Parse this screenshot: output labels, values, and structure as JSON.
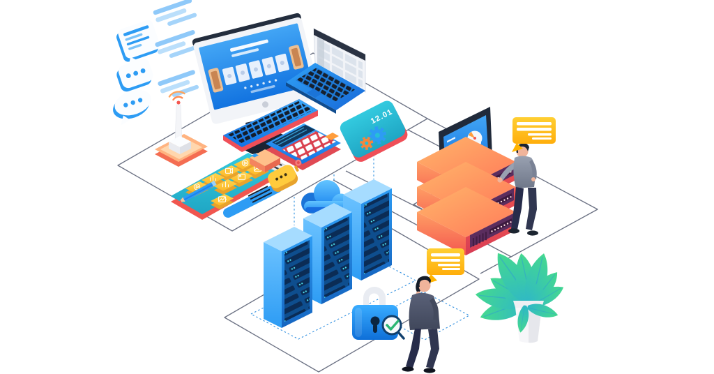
{
  "illustration": {
    "type": "isometric-tech-infrastructure",
    "clock_card_text": "12.01",
    "objects": [
      "chat-bubbles",
      "message-bars",
      "wifi-antenna",
      "desktop-monitor",
      "laptop",
      "keyboard",
      "calculator",
      "clock-gears-card",
      "app-tiles-tablet",
      "pencil",
      "usb-drive",
      "smartwatch",
      "cloud",
      "server-towers",
      "security-padlock",
      "verified-magnifier",
      "rack-server-stack",
      "monitoring-dashboard",
      "admin-person",
      "thinking-person",
      "speech-bubble-yellow",
      "potted-plant",
      "platform-outlines",
      "dashed-connections"
    ]
  },
  "colors": {
    "background": "#ffffff",
    "outline": "#6b7183",
    "dashed": "#2f8fe0",
    "blue": "#1e88f0",
    "blue_light": "#6ec2ff",
    "blue_pale": "#a9d7fb",
    "navy": "#1b2433",
    "teal": "#28bcd8",
    "yellow": "#ffc422",
    "orange": "#ff9d3c",
    "coral": "#f4564f",
    "salmon": "#ff9e64",
    "purple": "#5b2d5e",
    "green": "#3ecf9a",
    "skin": "#f0b49b",
    "suit_gray": "#8b93a3",
    "suit_dark": "#4e5468",
    "pants": "#272c4a",
    "pot": "#f3f3f6"
  }
}
